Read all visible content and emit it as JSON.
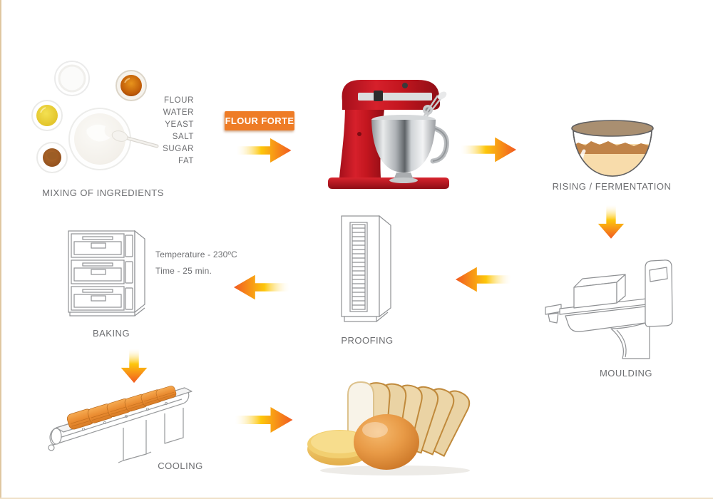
{
  "colors": {
    "accent_orange": "#f15a22",
    "arrow_yellow": "#fdc70c",
    "badge_bg": "#ee7c26",
    "text_gray": "#6d6e71",
    "line_art_gray": "#8f9194",
    "mixer_red": "#c3161f"
  },
  "icons": {
    "arrow_right": "arrow-right-icon",
    "arrow_left": "arrow-left-icon",
    "arrow_down": "arrow-down-icon"
  },
  "stages": {
    "mixing": {
      "label": "MIXING OF INGREDIENTS",
      "ingredients": [
        "FLOUR",
        "WATER",
        "YEAST",
        "SALT",
        "SUGAR",
        "FAT"
      ]
    },
    "flour_forte": {
      "label": "FLOUR FORTE"
    },
    "rising": {
      "label": "RISING / FERMENTATION"
    },
    "moulding": {
      "label": "MOULDING"
    },
    "proofing": {
      "label": "PROOFING"
    },
    "baking": {
      "label": "BAKING",
      "temperature": "Temperature - 230ºC",
      "time": "Time - 25 min."
    },
    "cooling": {
      "label": "COOLING"
    }
  }
}
